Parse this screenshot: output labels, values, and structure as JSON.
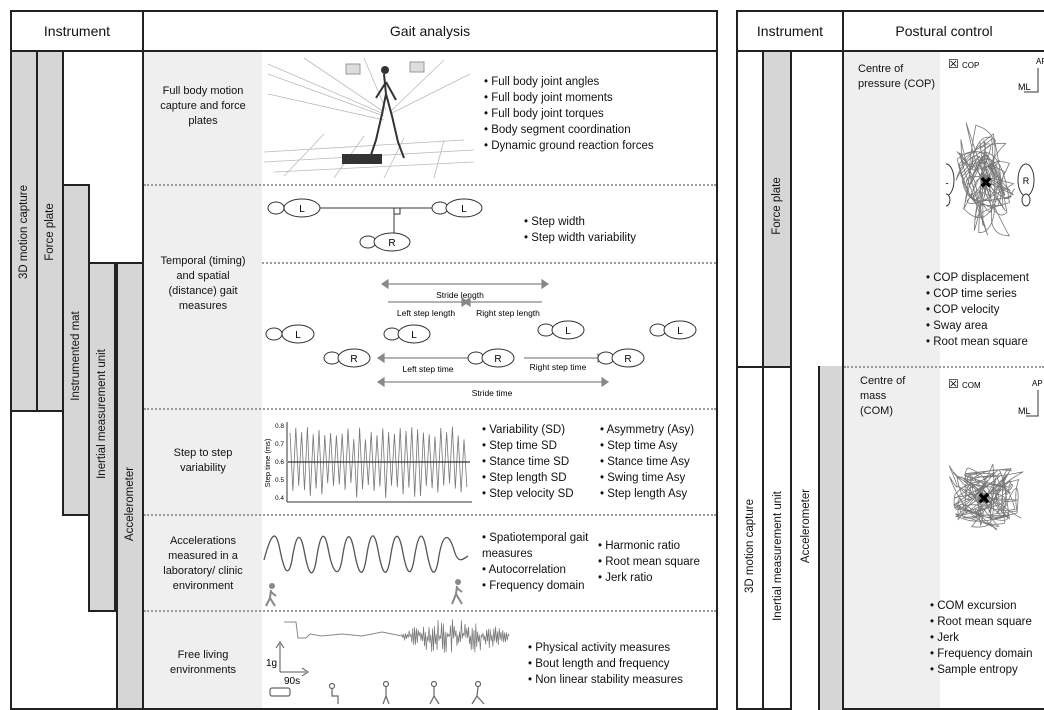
{
  "left": {
    "header_instrument": "Instrument",
    "header_analysis": "Gait analysis",
    "bars": {
      "motion_capture": "3D motion capture",
      "force_plate": "Force plate",
      "instrumented_mat": "Instrumented mat",
      "imu": "Inertial measurement unit",
      "accelerometer": "Accelerometer"
    },
    "rows": [
      {
        "label": "Full body motion capture and force plates",
        "bullets": [
          "Full body joint angles",
          "Full body joint moments",
          "Full body joint torques",
          "Body segment coordination",
          "Dynamic ground reaction forces"
        ]
      },
      {
        "label": "Temporal (timing) and spatial (distance) gait measures",
        "bullets": [
          "Step width",
          "Step width variability"
        ],
        "diagram": {
          "stride_length": "Stride length",
          "left_step_length": "Left step length",
          "right_step_length": "Right step length",
          "left_step_time": "Left step time",
          "right_step_time": "Right step time",
          "stride_time": "Stride time",
          "L": "L",
          "R": "R"
        }
      },
      {
        "label": "Step to step variability",
        "ylabel": "Step time (ms)",
        "yticks": [
          "0.8",
          "0.7",
          "0.6",
          "0.5",
          "0.4"
        ],
        "var_title": "Variability (SD)",
        "var_bullets": [
          "Step time SD",
          "Stance time SD",
          "Step length SD",
          "Step velocity SD"
        ],
        "asy_title": "Asymmetry (Asy)",
        "asy_bullets": [
          "Step time Asy",
          "Stance time Asy",
          "Swing time Asy",
          "Step length Asy"
        ]
      },
      {
        "label": "Accelerations measured in a laboratory/ clinic environment",
        "bullets_a": [
          "Spatiotemporal gait measures",
          "Autocorrelation",
          "Frequency domain"
        ],
        "bullets_b": [
          "Harmonic ratio",
          "Root mean square",
          "Jerk ratio"
        ]
      },
      {
        "label": "Free living environments",
        "scale_y": "1g",
        "scale_x": "90s",
        "bullets": [
          "Physical activity measures",
          "Bout length and frequency",
          "Non linear stability measures"
        ]
      }
    ]
  },
  "right": {
    "header_instrument": "Instrument",
    "header_analysis": "Postural control",
    "bars": {
      "force_plate": "Force plate",
      "motion_capture": "3D motion capture",
      "imu": "Inertial measurement unit",
      "accelerometer": "Accelerometer"
    },
    "cop": {
      "label": "Centre of pressure (COP)",
      "marker": "COP",
      "ml": "ML",
      "ap": "AP",
      "L": "L",
      "R": "R",
      "bullets": [
        "COP displacement",
        "COP time series",
        "COP velocity",
        "Sway area",
        "Root mean square"
      ]
    },
    "com": {
      "label": "Centre of mass (COM)",
      "marker": "COM",
      "ml": "ML",
      "ap": "AP",
      "bullets": [
        "COM excursion",
        "Root mean square",
        "Jerk",
        "Frequency domain",
        "Sample entropy"
      ]
    }
  }
}
